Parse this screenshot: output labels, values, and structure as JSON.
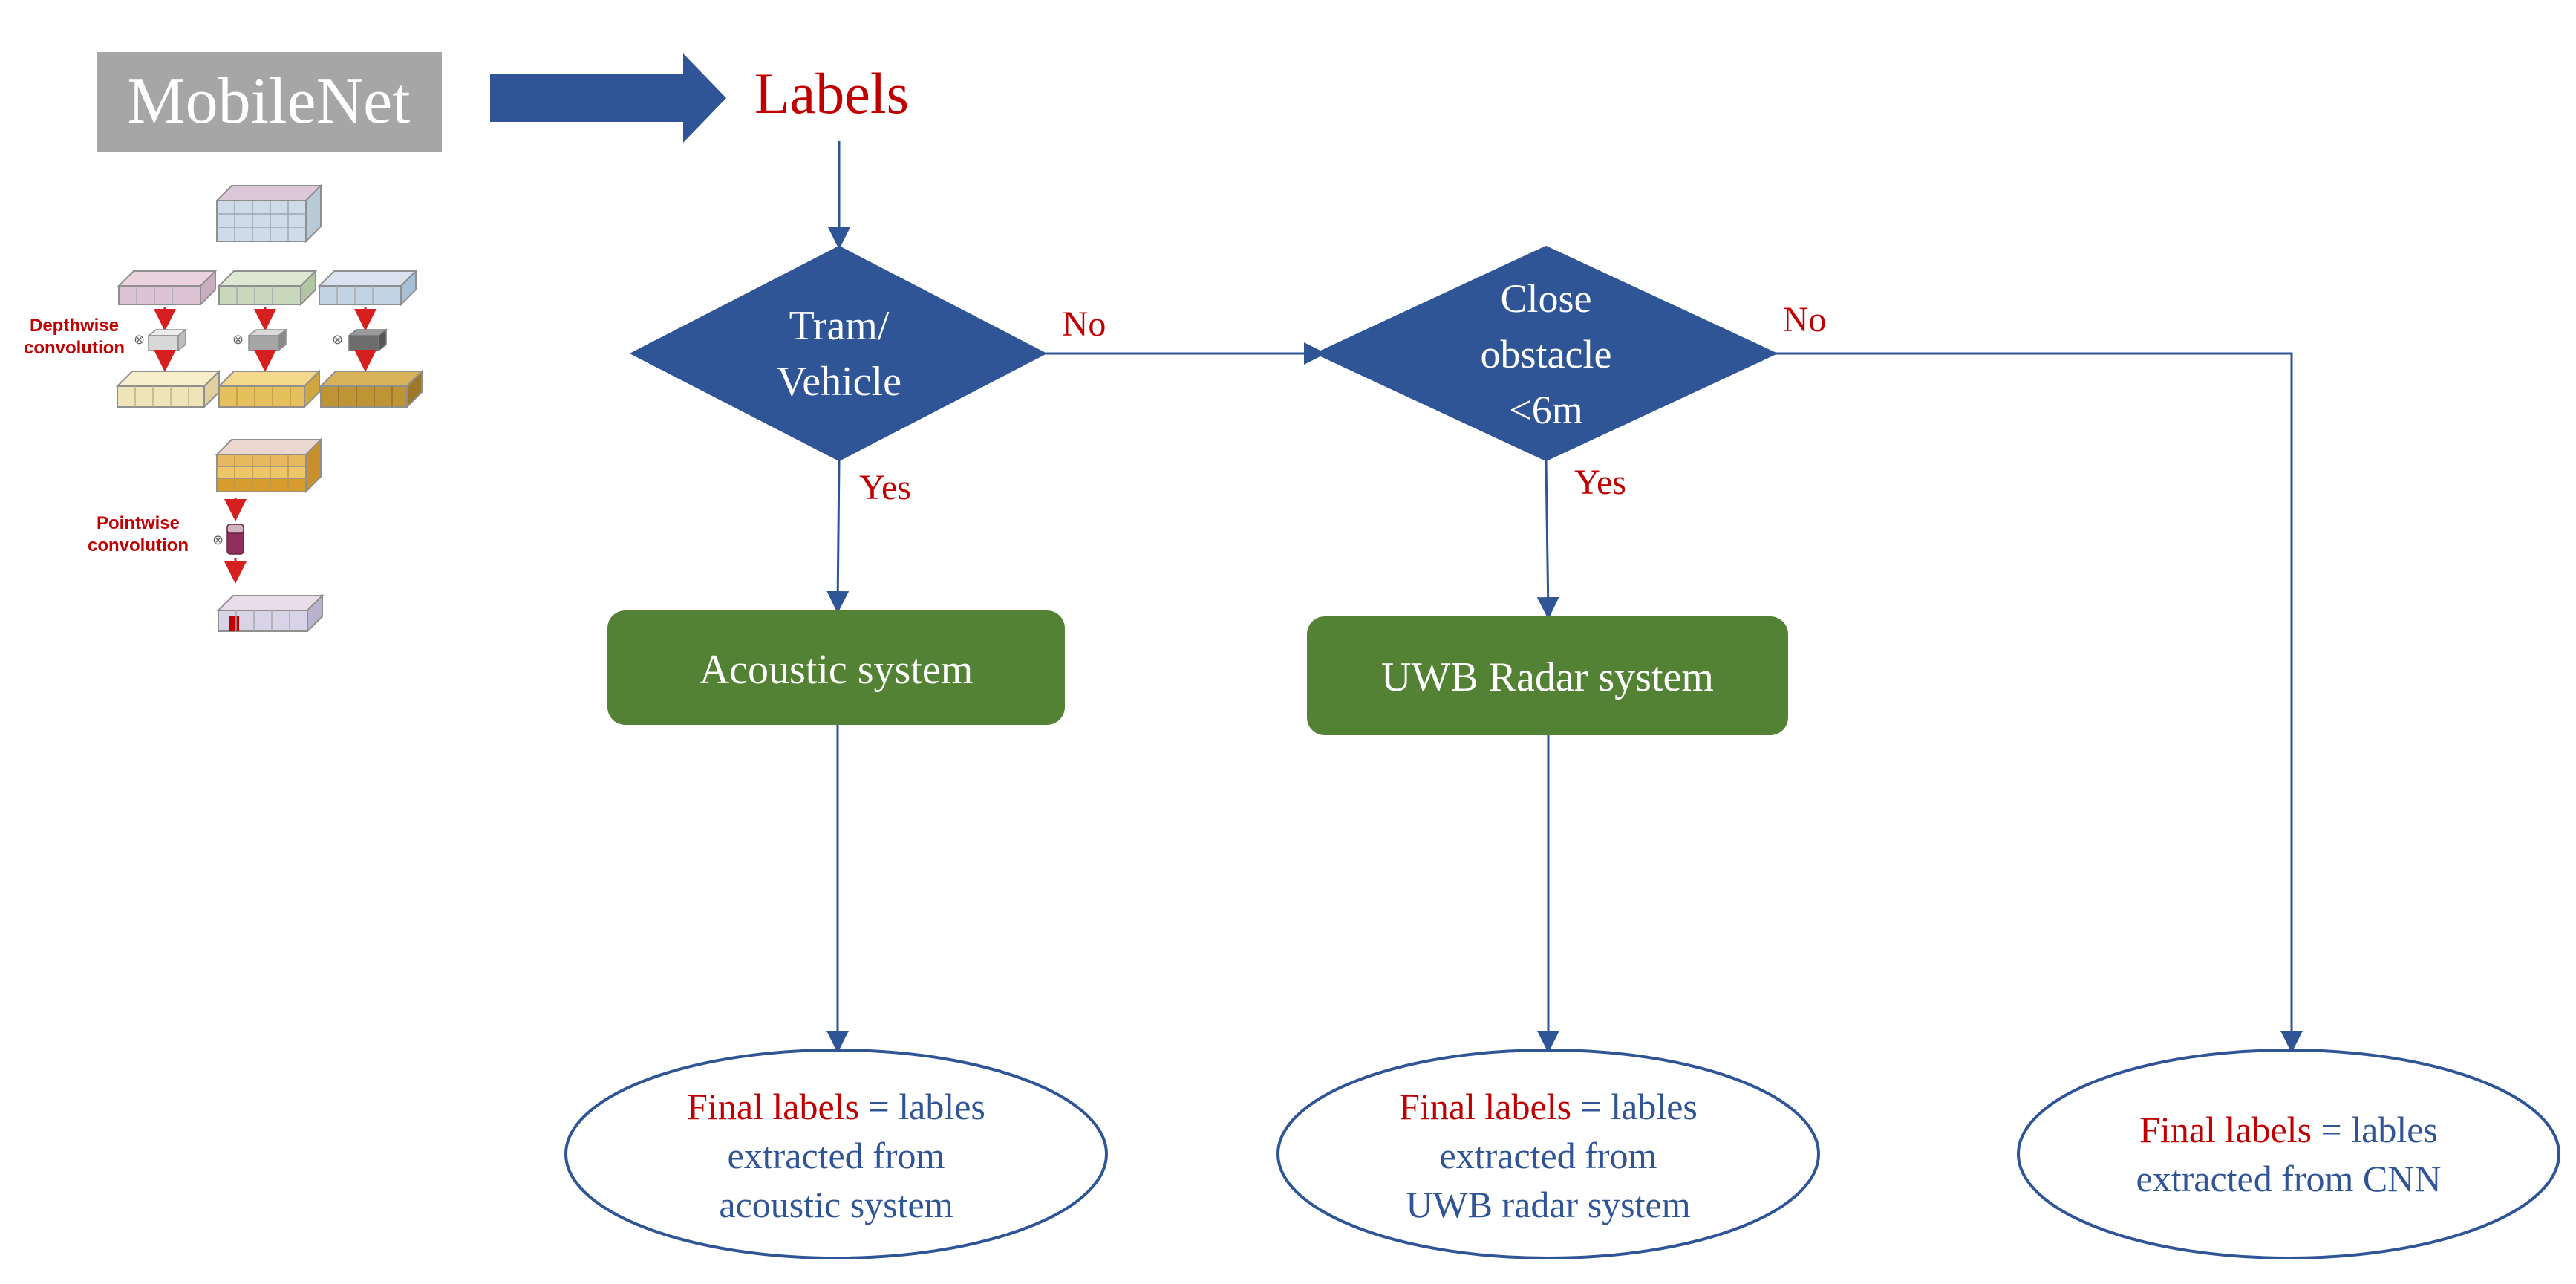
{
  "colors": {
    "blue": "#2f5597",
    "green": "#548235",
    "red": "#c00000",
    "gray_box": "#a6a6a6",
    "white": "#ffffff",
    "ellipse_text_blue": "#2f5597"
  },
  "header": {
    "mobilenet_label": "MobileNet",
    "labels_title": "Labels"
  },
  "mobilenet_figure": {
    "depthwise_line1": "Depthwise",
    "depthwise_line2": "convolution",
    "pointwise_line1": "Pointwise",
    "pointwise_line2": "convolution"
  },
  "decisions": {
    "tram_vehicle": {
      "line1": "Tram/",
      "line2": "Vehicle"
    },
    "close_obstacle": {
      "line1": "Close",
      "line2": "obstacle",
      "line3": "<6m"
    }
  },
  "branch_labels": {
    "tram_no": "No",
    "tram_yes": "Yes",
    "obstacle_no": "No",
    "obstacle_yes": "Yes"
  },
  "processes": {
    "acoustic": "Acoustic system",
    "uwb": "UWB Radar system"
  },
  "outcomes": {
    "acoustic": {
      "highlight": "Final labels",
      "line1_rest": " = lables",
      "line2": "extracted from",
      "line3": "acoustic system"
    },
    "uwb": {
      "highlight": "Final labels",
      "line1_rest": " = lables",
      "line2": "extracted from",
      "line3": "UWB radar system"
    },
    "cnn": {
      "highlight": "Final labels",
      "line1_rest": " = lables",
      "line2": "extracted from CNN"
    }
  }
}
